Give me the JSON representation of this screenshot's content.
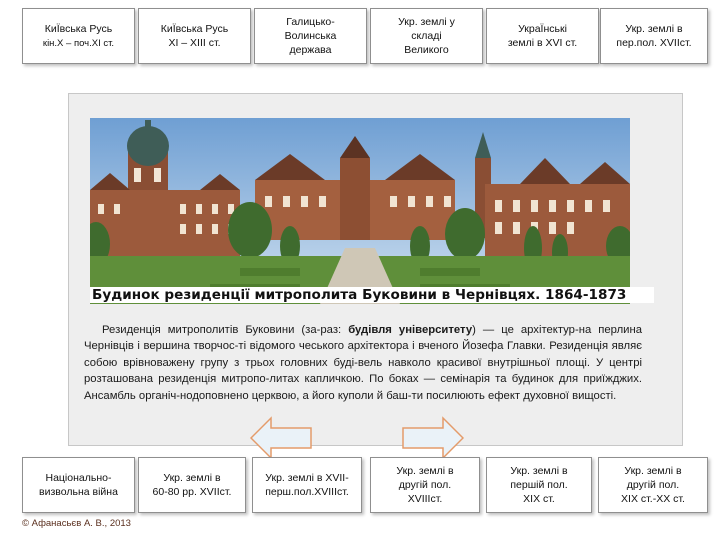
{
  "top_nav": [
    {
      "label": "КиЇвська Русь",
      "sub": "кін.Х – поч.ХІ ст."
    },
    {
      "label": "КиЇвська Русь\nХІ – ХІІІ ст."
    },
    {
      "label": "Галицько-\nВолинська\nдержава"
    },
    {
      "label": "Укр. землі у\nскладі\nВеликого"
    },
    {
      "label": "УкраЇнські\nземлі в XVI ст."
    },
    {
      "label": "Укр. землі в\nпер.пол. XVIIст."
    }
  ],
  "bottom_nav": [
    {
      "label": "Національно-\nвизвольна війна"
    },
    {
      "label": "Укр. землі в\n60-80 рр. XVIIст."
    },
    {
      "label": "Укр. землі в XVII-\nперш.пол.XVIIIст."
    },
    {
      "label": "Укр. землі в\nдругій пол.\nXVIIIст."
    },
    {
      "label": "Укр. землі в\nпершій пол.\nXIX ст."
    },
    {
      "label": "Укр. землі в\nдругій пол.\nXIX ст.-XX ст."
    }
  ],
  "slide": {
    "caption": "Будинок резиденції митрополита Буковини в Чернівцях. 1864-1873",
    "desc_pre": "Резиденція митрополитів Буковини (за-раз: ",
    "desc_bold": "будівля університету",
    "desc_post": ") — це архітектур-на перлина Чернівців і вершина творчос-ті відомого чеського архітектора і вченого Йозефа Главки. Резиденція являє собою врівноважену групу з трьох головних буді-вель навколо красивої внутрішньої площі. У центрі розташована резиденція митропо-литах капличкою. По боках — семінарія та будинок для приїжджих. Ансамбль органіч-нодоповнено церквою, а його куполи й баш-ти посилюють ефект духовної вищості."
  },
  "copyright": "© Афанасьєв А. В., 2013",
  "icons": {
    "prev": "arrow-left-icon",
    "next": "arrow-right-icon"
  },
  "colors": {
    "arrow_fill": "#eaf2f8",
    "arrow_stroke": "#e49b6a",
    "brick": "#9c5a3c",
    "sky": "#8fb3d9"
  }
}
